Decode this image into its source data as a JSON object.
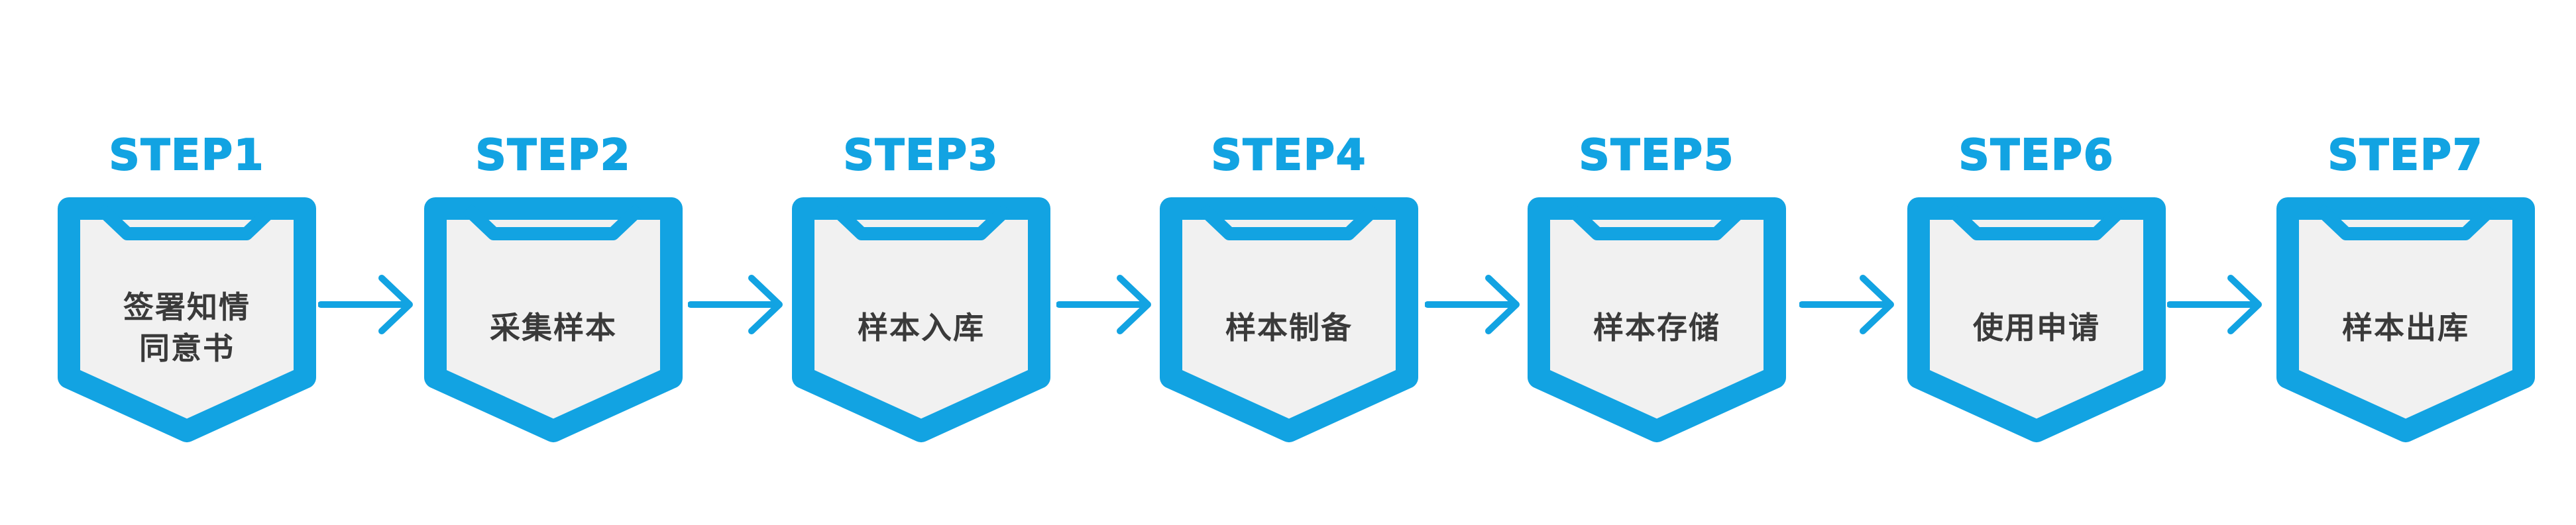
{
  "steps": [
    {
      "label": "STEP1",
      "text": [
        "签署知情",
        "同意书"
      ]
    },
    {
      "label": "STEP2",
      "text": [
        "采集样本"
      ]
    },
    {
      "label": "STEP3",
      "text": [
        "样本入库"
      ]
    },
    {
      "label": "STEP4",
      "text": [
        "样本制备"
      ]
    },
    {
      "label": "STEP5",
      "text": [
        "样本存储"
      ]
    },
    {
      "label": "STEP6",
      "text": [
        "使用申请"
      ]
    },
    {
      "label": "STEP7",
      "text": [
        "样本出库"
      ]
    }
  ],
  "colors": {
    "accent": "#12a3e2",
    "shield_fill": "#f1f1f1",
    "text": "#3a3a3a"
  },
  "icons": {
    "connector": "arrow-right-icon",
    "badge": "shield-icon"
  }
}
